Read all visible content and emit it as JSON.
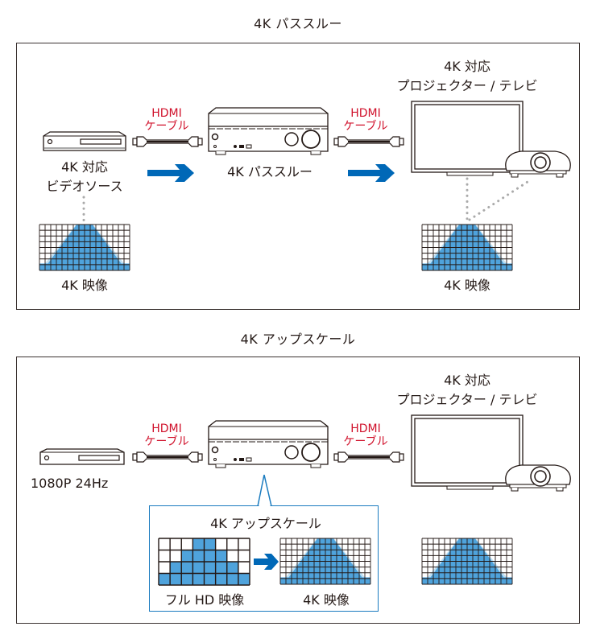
{
  "colors": {
    "accent_blue": "#0068b7",
    "pixel_blue": "#4fa3dc",
    "pixel_light": "#bfe0f4",
    "cable_red": "#d0112b",
    "line": "#231815",
    "dots": "#aaaaaa",
    "callout_border": "#1a7bbf"
  },
  "sections": [
    {
      "title": "4K パススルー",
      "source": {
        "label_line1": "4K 対応",
        "label_line2": "ビデオソース",
        "icon": "blu-ray-player-icon"
      },
      "cable_left": {
        "line1": "HDMI",
        "line2": "ケーブル"
      },
      "receiver": {
        "label": "4K パススルー",
        "icon": "av-receiver-icon"
      },
      "cable_right": {
        "line1": "HDMI",
        "line2": "ケーブル"
      },
      "display": {
        "label_line1": "4K 対応",
        "label_line2": "プロジェクター / テレビ",
        "icons": [
          "tv-icon",
          "projector-icon"
        ]
      },
      "source_image_label": "4K 映像",
      "display_image_label": "4K 映像",
      "arrows": [
        "arrow-right-icon",
        "arrow-right-icon"
      ]
    },
    {
      "title": "4K アップスケール",
      "source": {
        "label": "1080P 24Hz",
        "icon": "blu-ray-player-icon"
      },
      "cable_left": {
        "line1": "HDMI",
        "line2": "ケーブル"
      },
      "receiver": {
        "icon": "av-receiver-icon"
      },
      "cable_right": {
        "line1": "HDMI",
        "line2": "ケーブル"
      },
      "display": {
        "label_line1": "4K 対応",
        "label_line2": "プロジェクター / テレビ",
        "icons": [
          "tv-icon",
          "projector-icon"
        ]
      },
      "callout": {
        "title": "4K アップスケール",
        "input_label": "フル HD 映像",
        "output_label": "4K 映像"
      },
      "display_image_label": ""
    }
  ],
  "grids": {
    "hd": {
      "cols": 8,
      "rows": 4,
      "filled_rows": [
        [
          3,
          4
        ],
        [
          2,
          3,
          4,
          5
        ],
        [
          1,
          2,
          3,
          4,
          5,
          6
        ],
        [
          0,
          1,
          2,
          3,
          4,
          5,
          6,
          7
        ]
      ]
    },
    "uhd": {
      "cols": 16,
      "rows": 8
    }
  }
}
